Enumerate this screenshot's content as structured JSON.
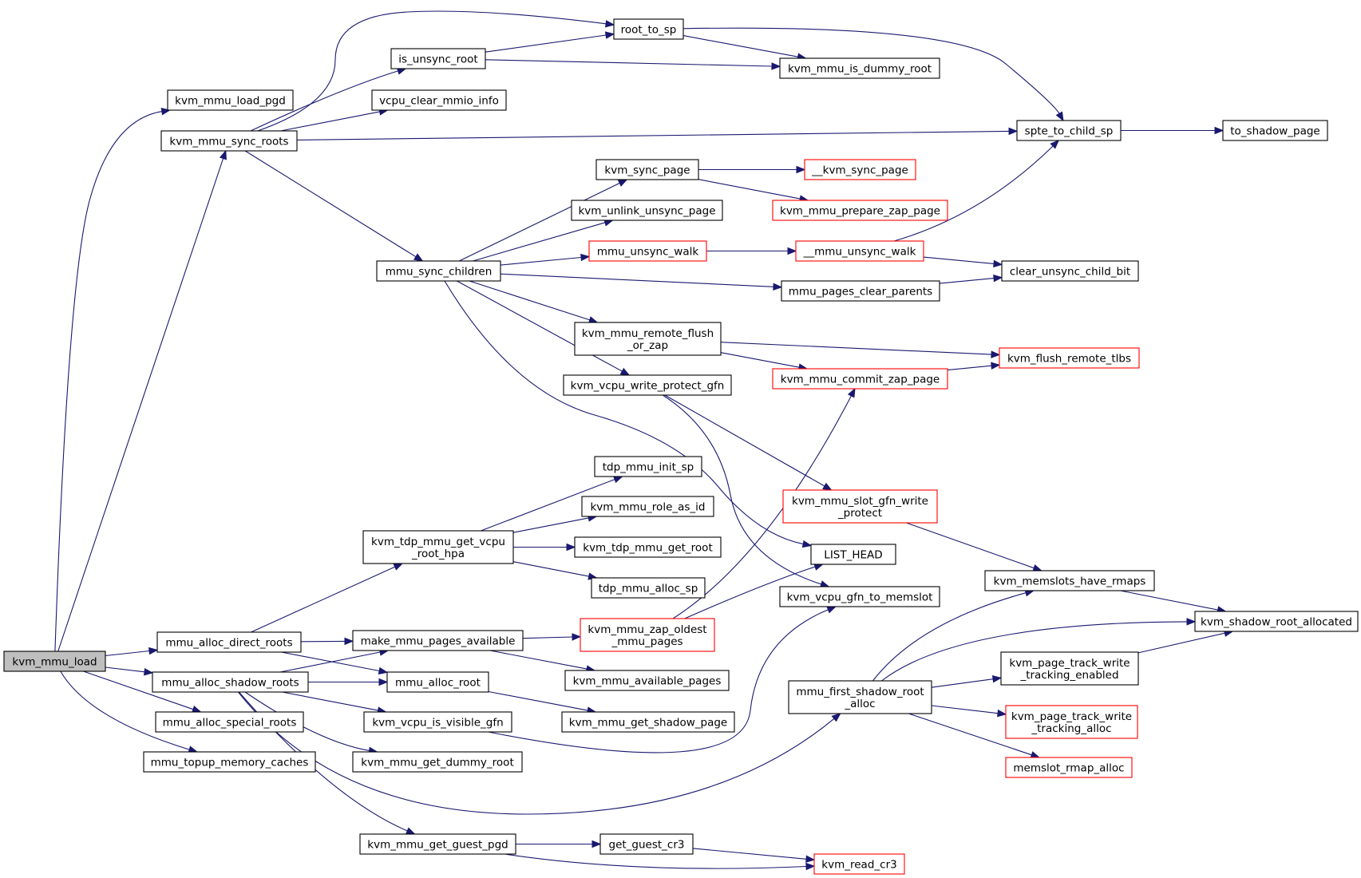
{
  "colors": {
    "edge": "#191970",
    "node_border": "#000000",
    "node_border_truncated": "#ff0000",
    "node_fill": "#ffffff",
    "root_fill": "#bfbfbf"
  },
  "nodes": [
    {
      "id": "kvm_mmu_load",
      "lines": [
        "kvm_mmu_load"
      ],
      "style": "root"
    },
    {
      "id": "kvm_mmu_load_pgd",
      "lines": [
        "kvm_mmu_load_pgd"
      ],
      "style": "normal"
    },
    {
      "id": "kvm_mmu_sync_roots",
      "lines": [
        "kvm_mmu_sync_roots"
      ],
      "style": "normal"
    },
    {
      "id": "mmu_alloc_direct_roots",
      "lines": [
        "mmu_alloc_direct_roots"
      ],
      "style": "normal"
    },
    {
      "id": "mmu_alloc_shadow_roots",
      "lines": [
        "mmu_alloc_shadow_roots"
      ],
      "style": "normal"
    },
    {
      "id": "mmu_alloc_special_roots",
      "lines": [
        "mmu_alloc_special_roots"
      ],
      "style": "normal"
    },
    {
      "id": "mmu_topup_memory_caches",
      "lines": [
        "mmu_topup_memory_caches"
      ],
      "style": "normal"
    },
    {
      "id": "root_to_sp",
      "lines": [
        "root_to_sp"
      ],
      "style": "normal"
    },
    {
      "id": "is_unsync_root",
      "lines": [
        "is_unsync_root"
      ],
      "style": "normal"
    },
    {
      "id": "vcpu_clear_mmio_info",
      "lines": [
        "vcpu_clear_mmio_info"
      ],
      "style": "normal"
    },
    {
      "id": "kvm_mmu_is_dummy_root",
      "lines": [
        "kvm_mmu_is_dummy_root"
      ],
      "style": "normal"
    },
    {
      "id": "spte_to_child_sp",
      "lines": [
        "spte_to_child_sp"
      ],
      "style": "normal"
    },
    {
      "id": "to_shadow_page",
      "lines": [
        "to_shadow_page"
      ],
      "style": "normal"
    },
    {
      "id": "kvm_sync_page",
      "lines": [
        "kvm_sync_page"
      ],
      "style": "normal"
    },
    {
      "id": "__kvm_sync_page",
      "lines": [
        "__kvm_sync_page"
      ],
      "style": "truncated"
    },
    {
      "id": "kvm_mmu_prepare_zap_page",
      "lines": [
        "kvm_mmu_prepare_zap_page"
      ],
      "style": "truncated"
    },
    {
      "id": "kvm_unlink_unsync_page",
      "lines": [
        "kvm_unlink_unsync_page"
      ],
      "style": "normal"
    },
    {
      "id": "mmu_unsync_walk",
      "lines": [
        "mmu_unsync_walk"
      ],
      "style": "truncated"
    },
    {
      "id": "__mmu_unsync_walk",
      "lines": [
        "__mmu_unsync_walk"
      ],
      "style": "truncated"
    },
    {
      "id": "mmu_sync_children",
      "lines": [
        "mmu_sync_children"
      ],
      "style": "normal"
    },
    {
      "id": "clear_unsync_child_bit",
      "lines": [
        "clear_unsync_child_bit"
      ],
      "style": "normal"
    },
    {
      "id": "mmu_pages_clear_parents",
      "lines": [
        "mmu_pages_clear_parents"
      ],
      "style": "normal"
    },
    {
      "id": "kvm_mmu_remote_flush_or_zap",
      "lines": [
        "kvm_mmu_remote_flush",
        "_or_zap"
      ],
      "style": "normal"
    },
    {
      "id": "kvm_flush_remote_tlbs",
      "lines": [
        "kvm_flush_remote_tlbs"
      ],
      "style": "truncated"
    },
    {
      "id": "kvm_mmu_commit_zap_page",
      "lines": [
        "kvm_mmu_commit_zap_page"
      ],
      "style": "truncated"
    },
    {
      "id": "kvm_vcpu_write_protect_gfn",
      "lines": [
        "kvm_vcpu_write_protect_gfn"
      ],
      "style": "normal"
    },
    {
      "id": "tdp_mmu_init_sp",
      "lines": [
        "tdp_mmu_init_sp"
      ],
      "style": "normal"
    },
    {
      "id": "kvm_mmu_slot_gfn_write_protect",
      "lines": [
        "kvm_mmu_slot_gfn_write",
        "_protect"
      ],
      "style": "truncated"
    },
    {
      "id": "kvm_mmu_role_as_id",
      "lines": [
        "kvm_mmu_role_as_id"
      ],
      "style": "normal"
    },
    {
      "id": "kvm_tdp_mmu_get_vcpu_root_hpa",
      "lines": [
        "kvm_tdp_mmu_get_vcpu",
        "_root_hpa"
      ],
      "style": "normal"
    },
    {
      "id": "kvm_tdp_mmu_get_root",
      "lines": [
        "kvm_tdp_mmu_get_root"
      ],
      "style": "normal"
    },
    {
      "id": "LIST_HEAD",
      "lines": [
        "LIST_HEAD"
      ],
      "style": "normal"
    },
    {
      "id": "tdp_mmu_alloc_sp",
      "lines": [
        "tdp_mmu_alloc_sp"
      ],
      "style": "normal"
    },
    {
      "id": "kvm_memslots_have_rmaps",
      "lines": [
        "kvm_memslots_have_rmaps"
      ],
      "style": "normal"
    },
    {
      "id": "kvm_vcpu_gfn_to_memslot",
      "lines": [
        "kvm_vcpu_gfn_to_memslot"
      ],
      "style": "normal"
    },
    {
      "id": "kvm_mmu_zap_oldest_mmu_pages",
      "lines": [
        "kvm_mmu_zap_oldest",
        "_mmu_pages"
      ],
      "style": "truncated"
    },
    {
      "id": "make_mmu_pages_available",
      "lines": [
        "make_mmu_pages_available"
      ],
      "style": "normal"
    },
    {
      "id": "kvm_shadow_root_allocated",
      "lines": [
        "kvm_shadow_root_allocated"
      ],
      "style": "normal"
    },
    {
      "id": "kvm_page_track_write_tracking_enabled",
      "lines": [
        "kvm_page_track_write",
        "_tracking_enabled"
      ],
      "style": "normal"
    },
    {
      "id": "mmu_alloc_root",
      "lines": [
        "mmu_alloc_root"
      ],
      "style": "normal"
    },
    {
      "id": "kvm_mmu_available_pages",
      "lines": [
        "kvm_mmu_available_pages"
      ],
      "style": "normal"
    },
    {
      "id": "mmu_first_shadow_root_alloc",
      "lines": [
        "mmu_first_shadow_root",
        "_alloc"
      ],
      "style": "normal"
    },
    {
      "id": "kvm_vcpu_is_visible_gfn",
      "lines": [
        "kvm_vcpu_is_visible_gfn"
      ],
      "style": "normal"
    },
    {
      "id": "kvm_mmu_get_shadow_page",
      "lines": [
        "kvm_mmu_get_shadow_page"
      ],
      "style": "normal"
    },
    {
      "id": "kvm_page_track_write_tracking_alloc",
      "lines": [
        "kvm_page_track_write",
        "_tracking_alloc"
      ],
      "style": "truncated"
    },
    {
      "id": "kvm_mmu_get_dummy_root",
      "lines": [
        "kvm_mmu_get_dummy_root"
      ],
      "style": "normal"
    },
    {
      "id": "memslot_rmap_alloc",
      "lines": [
        "memslot_rmap_alloc"
      ],
      "style": "truncated"
    },
    {
      "id": "kvm_mmu_get_guest_pgd",
      "lines": [
        "kvm_mmu_get_guest_pgd"
      ],
      "style": "normal"
    },
    {
      "id": "get_guest_cr3",
      "lines": [
        "get_guest_cr3"
      ],
      "style": "normal"
    },
    {
      "id": "kvm_read_cr3",
      "lines": [
        "kvm_read_cr3"
      ],
      "style": "truncated"
    }
  ],
  "edges": [
    [
      "kvm_mmu_load",
      "kvm_mmu_load_pgd"
    ],
    [
      "kvm_mmu_load",
      "kvm_mmu_sync_roots"
    ],
    [
      "kvm_mmu_load",
      "mmu_alloc_direct_roots"
    ],
    [
      "kvm_mmu_load",
      "mmu_alloc_shadow_roots"
    ],
    [
      "kvm_mmu_load",
      "mmu_alloc_special_roots"
    ],
    [
      "kvm_mmu_load",
      "mmu_topup_memory_caches"
    ],
    [
      "kvm_mmu_sync_roots",
      "root_to_sp"
    ],
    [
      "kvm_mmu_sync_roots",
      "is_unsync_root"
    ],
    [
      "kvm_mmu_sync_roots",
      "vcpu_clear_mmio_info"
    ],
    [
      "kvm_mmu_sync_roots",
      "spte_to_child_sp"
    ],
    [
      "kvm_mmu_sync_roots",
      "mmu_sync_children"
    ],
    [
      "is_unsync_root",
      "root_to_sp"
    ],
    [
      "is_unsync_root",
      "kvm_mmu_is_dummy_root"
    ],
    [
      "root_to_sp",
      "kvm_mmu_is_dummy_root"
    ],
    [
      "root_to_sp",
      "spte_to_child_sp"
    ],
    [
      "spte_to_child_sp",
      "to_shadow_page"
    ],
    [
      "mmu_sync_children",
      "kvm_sync_page"
    ],
    [
      "mmu_sync_children",
      "kvm_unlink_unsync_page"
    ],
    [
      "mmu_sync_children",
      "mmu_unsync_walk"
    ],
    [
      "mmu_sync_children",
      "mmu_pages_clear_parents"
    ],
    [
      "mmu_sync_children",
      "kvm_mmu_remote_flush_or_zap"
    ],
    [
      "mmu_sync_children",
      "kvm_vcpu_write_protect_gfn"
    ],
    [
      "mmu_sync_children",
      "LIST_HEAD"
    ],
    [
      "kvm_sync_page",
      "__kvm_sync_page"
    ],
    [
      "kvm_sync_page",
      "kvm_mmu_prepare_zap_page"
    ],
    [
      "mmu_unsync_walk",
      "__mmu_unsync_walk"
    ],
    [
      "__mmu_unsync_walk",
      "spte_to_child_sp"
    ],
    [
      "__mmu_unsync_walk",
      "clear_unsync_child_bit"
    ],
    [
      "mmu_pages_clear_parents",
      "clear_unsync_child_bit"
    ],
    [
      "kvm_mmu_remote_flush_or_zap",
      "kvm_flush_remote_tlbs"
    ],
    [
      "kvm_mmu_remote_flush_or_zap",
      "kvm_mmu_commit_zap_page"
    ],
    [
      "kvm_mmu_commit_zap_page",
      "kvm_flush_remote_tlbs"
    ],
    [
      "kvm_vcpu_write_protect_gfn",
      "kvm_mmu_slot_gfn_write_protect"
    ],
    [
      "kvm_vcpu_write_protect_gfn",
      "kvm_vcpu_gfn_to_memslot"
    ],
    [
      "kvm_mmu_slot_gfn_write_protect",
      "kvm_memslots_have_rmaps"
    ],
    [
      "kvm_memslots_have_rmaps",
      "kvm_shadow_root_allocated"
    ],
    [
      "mmu_alloc_direct_roots",
      "kvm_tdp_mmu_get_vcpu_root_hpa"
    ],
    [
      "mmu_alloc_direct_roots",
      "make_mmu_pages_available"
    ],
    [
      "mmu_alloc_direct_roots",
      "mmu_alloc_root"
    ],
    [
      "kvm_tdp_mmu_get_vcpu_root_hpa",
      "tdp_mmu_init_sp"
    ],
    [
      "kvm_tdp_mmu_get_vcpu_root_hpa",
      "kvm_mmu_role_as_id"
    ],
    [
      "kvm_tdp_mmu_get_vcpu_root_hpa",
      "kvm_tdp_mmu_get_root"
    ],
    [
      "kvm_tdp_mmu_get_vcpu_root_hpa",
      "tdp_mmu_alloc_sp"
    ],
    [
      "make_mmu_pages_available",
      "kvm_mmu_zap_oldest_mmu_pages"
    ],
    [
      "make_mmu_pages_available",
      "kvm_mmu_available_pages"
    ],
    [
      "kvm_mmu_zap_oldest_mmu_pages",
      "kvm_mmu_commit_zap_page"
    ],
    [
      "kvm_mmu_zap_oldest_mmu_pages",
      "LIST_HEAD"
    ],
    [
      "mmu_alloc_shadow_roots",
      "make_mmu_pages_available"
    ],
    [
      "mmu_alloc_shadow_roots",
      "mmu_alloc_root"
    ],
    [
      "mmu_alloc_shadow_roots",
      "kvm_vcpu_is_visible_gfn"
    ],
    [
      "mmu_alloc_shadow_roots",
      "kvm_mmu_get_dummy_root"
    ],
    [
      "mmu_alloc_shadow_roots",
      "mmu_first_shadow_root_alloc"
    ],
    [
      "mmu_alloc_shadow_roots",
      "kvm_mmu_get_guest_pgd"
    ],
    [
      "mmu_alloc_root",
      "kvm_mmu_get_shadow_page"
    ],
    [
      "kvm_vcpu_is_visible_gfn",
      "kvm_vcpu_gfn_to_memslot"
    ],
    [
      "mmu_first_shadow_root_alloc",
      "kvm_memslots_have_rmaps"
    ],
    [
      "mmu_first_shadow_root_alloc",
      "kvm_shadow_root_allocated"
    ],
    [
      "mmu_first_shadow_root_alloc",
      "kvm_page_track_write_tracking_enabled"
    ],
    [
      "mmu_first_shadow_root_alloc",
      "kvm_page_track_write_tracking_alloc"
    ],
    [
      "mmu_first_shadow_root_alloc",
      "memslot_rmap_alloc"
    ],
    [
      "kvm_page_track_write_tracking_enabled",
      "kvm_shadow_root_allocated"
    ],
    [
      "kvm_mmu_get_guest_pgd",
      "get_guest_cr3"
    ],
    [
      "kvm_mmu_get_guest_pgd",
      "kvm_read_cr3"
    ],
    [
      "get_guest_cr3",
      "kvm_read_cr3"
    ]
  ]
}
